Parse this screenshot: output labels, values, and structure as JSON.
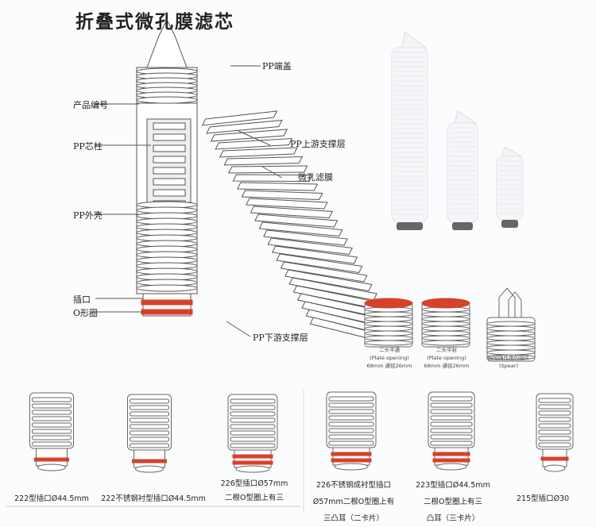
{
  "title": "折叠式微孔膜滤芯",
  "diagram_labels": {
    "end_cap": "PP端盖",
    "product_code": "产品编号",
    "core": "PP芯柱",
    "upstream_support": "PP上游支撑层",
    "membrane": "微孔滤膜",
    "outer_cage": "PP外壳",
    "adapter": "插口",
    "o_ring": "O形圈",
    "downstream_support": "PP下游支撑层"
  },
  "end_options": [
    {
      "name": "二头平通",
      "en": "(Plate opening)",
      "spec": "68mm  通径26mm"
    },
    {
      "name": "二头平封",
      "en": "(Plate opening)",
      "spec": "68mm  通径26mm"
    },
    {
      "name": "起加强作用的翅片",
      "en": "(Spear)",
      "spec": ""
    }
  ],
  "adapters": [
    {
      "lines": [
        "222型插口Ø44.5mm"
      ]
    },
    {
      "lines": [
        "222不锈钢衬型插口Ø44.5mm"
      ]
    },
    {
      "lines": [
        "226型插口Ø57mm",
        "二根O型圈上有三"
      ]
    },
    {
      "lines": [
        "226不锈钢成衬型插口",
        "Ø57mm二根O型圈上有",
        "三凸耳（二卡片）"
      ]
    },
    {
      "lines": [
        "223型插口Ø44.5mm",
        "二根O型圈上有三",
        "凸耳（三卡片）"
      ]
    },
    {
      "lines": [
        "215型插口Ø30"
      ]
    }
  ],
  "colors": {
    "o_ring": "#d8402a",
    "line": "#555555",
    "background": "#fbfcfd"
  }
}
